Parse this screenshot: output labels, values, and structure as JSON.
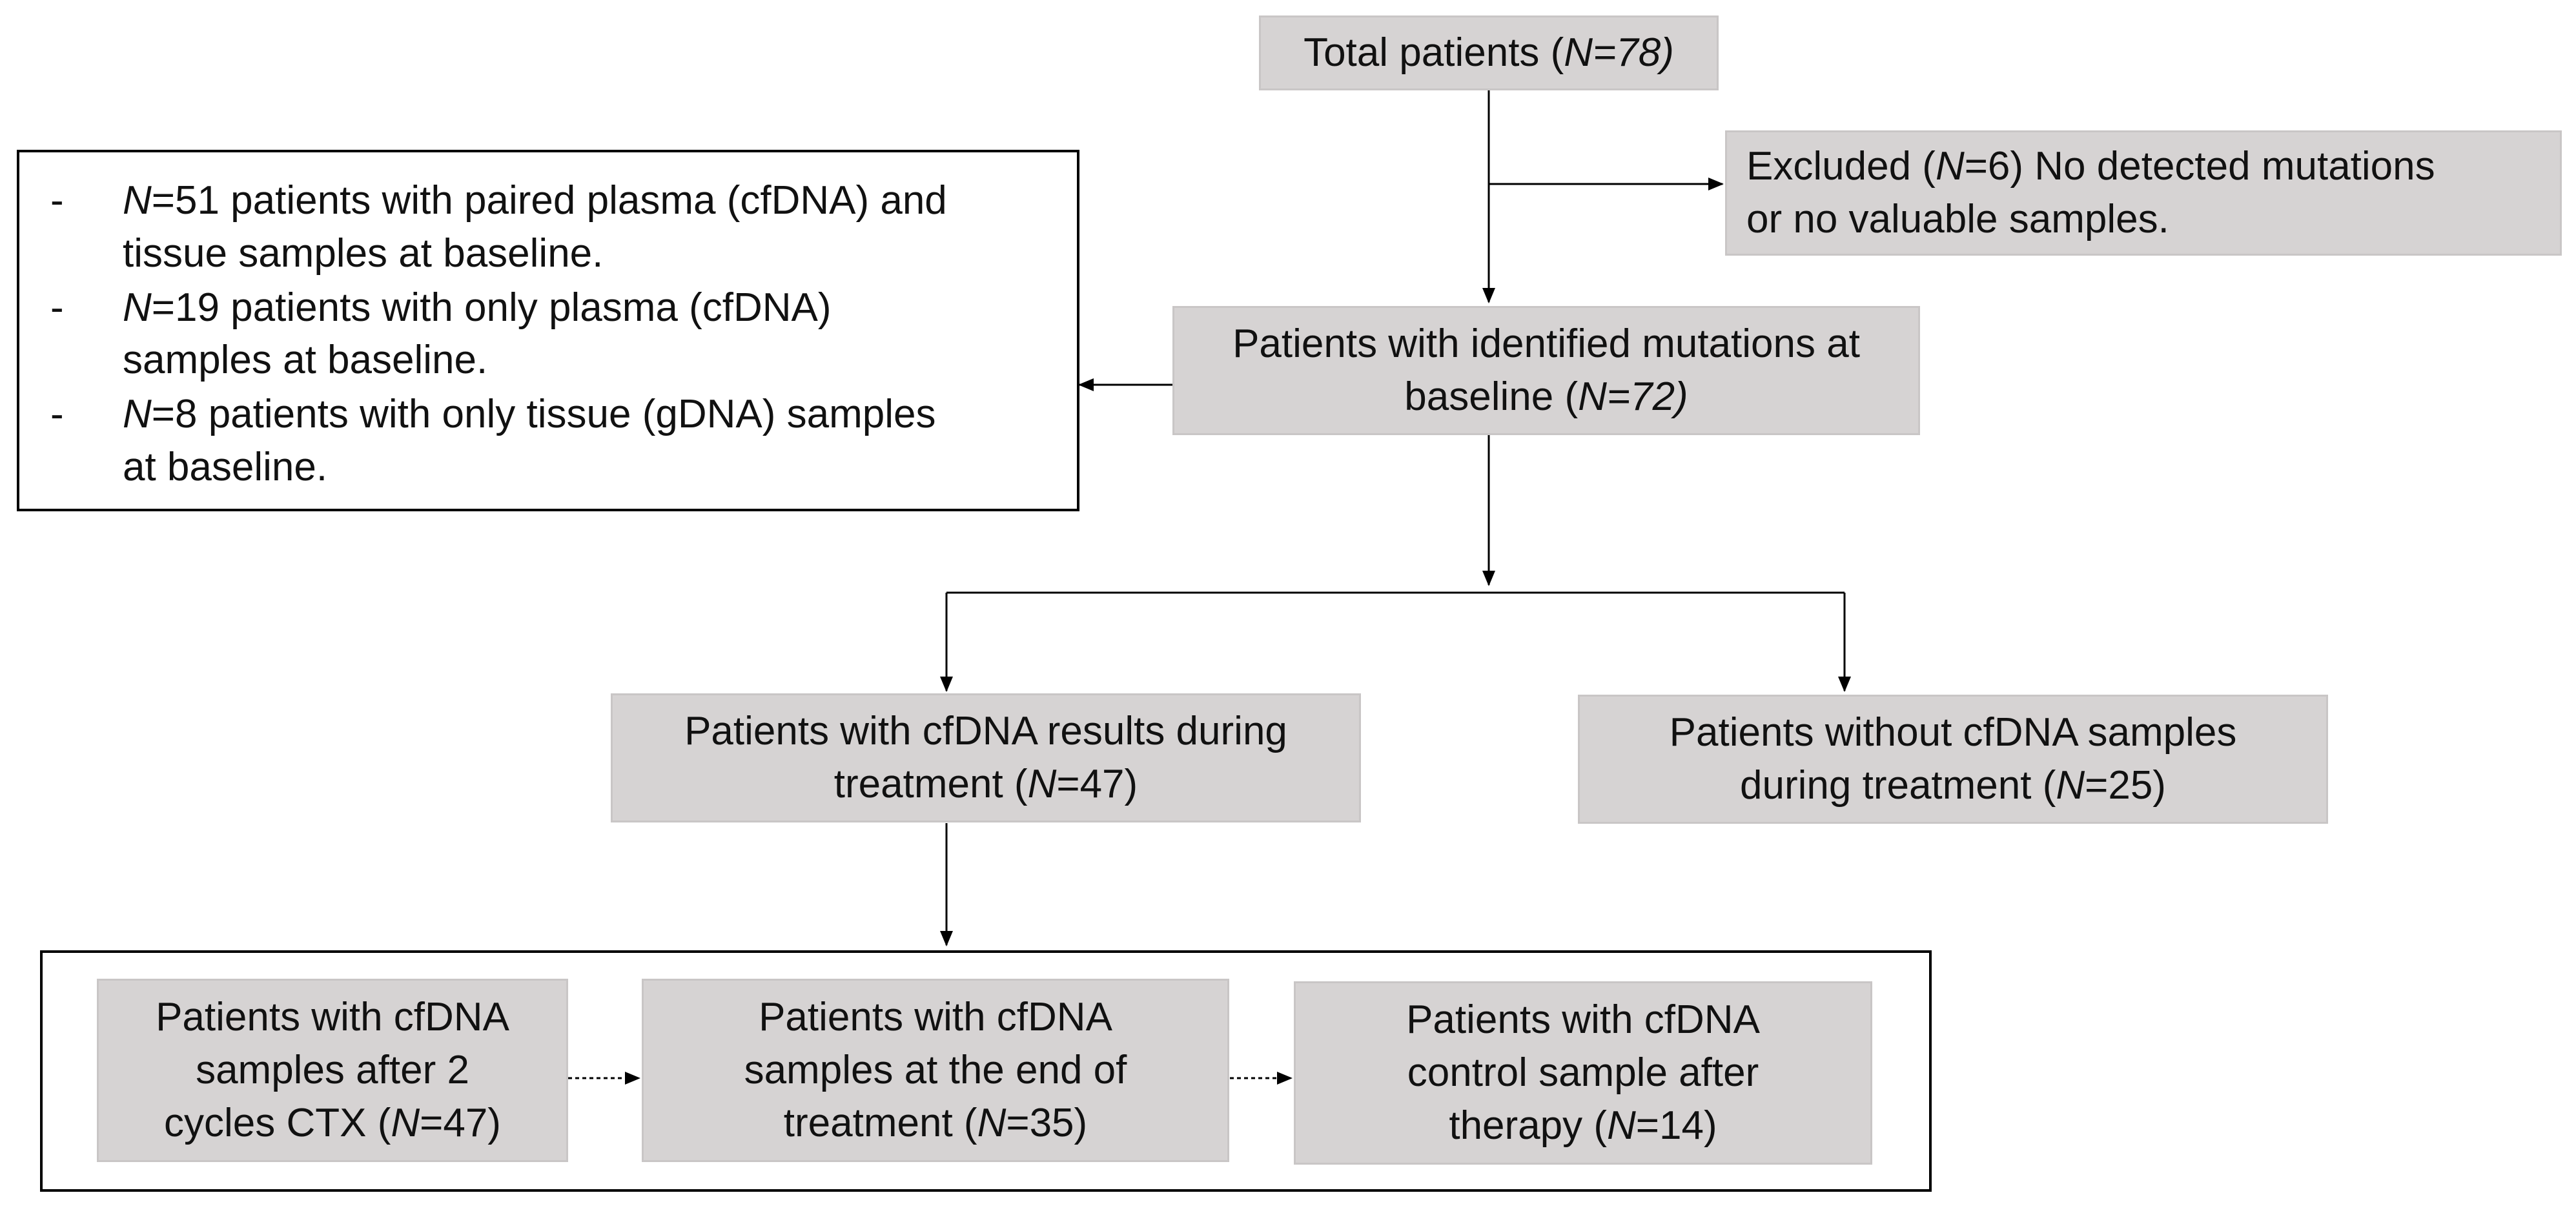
{
  "nodes": {
    "total": {
      "pre": "Total patients (",
      "n": "N",
      "post": "=78)"
    },
    "excluded": {
      "l1_pre": "Excluded (",
      "l1_n": "N",
      "l1_post": "=6) No detected mutations",
      "l2": "or no valuable samples."
    },
    "identified": {
      "l1": "Patients with identified mutations at",
      "l2_pre": "baseline  (",
      "l2_n": "N",
      "l2_post": "=72)"
    },
    "with_cfdna": {
      "l1": "Patients with cfDNA results during",
      "l2_pre": "treatment  (",
      "l2_n": "N",
      "l2_post": "=47)"
    },
    "without_cfdna": {
      "l1": "Patients  without  cfDNA samples",
      "l2_pre": "during treatment  (",
      "l2_n": "N",
      "l2_post": "=25)"
    },
    "after_2_cycles": {
      "l1": "Patients with cfDNA",
      "l2": "samples after 2",
      "l3_pre": "cycles CTX (",
      "l3_n": "N",
      "l3_post": "=47)"
    },
    "end_of_treatment": {
      "l1": "Patients with cfDNA",
      "l2": "samples at the end of",
      "l3_pre": "treatment  (",
      "l3_n": "N",
      "l3_post": "=35)"
    },
    "control_after_therapy": {
      "l1": "Patients with cfDNA",
      "l2": "control sample after",
      "l3_pre": "therapy  (",
      "l3_n": "N",
      "l3_post": "=14)"
    }
  },
  "info_box": {
    "dash": "-",
    "items": [
      {
        "n": "N",
        "l1": "=51 patients with paired plasma (cfDNA) and",
        "l2": "tissue samples at baseline."
      },
      {
        "n": "N",
        "l1": "=19 patients with only plasma (cfDNA)",
        "l2": "samples at baseline."
      },
      {
        "n": "N",
        "l1": "=8 patients with only tissue (gDNA) samples",
        "l2": "at baseline."
      }
    ]
  },
  "colors": {
    "box_fill": "#d6d3d3",
    "line": "#000000"
  }
}
